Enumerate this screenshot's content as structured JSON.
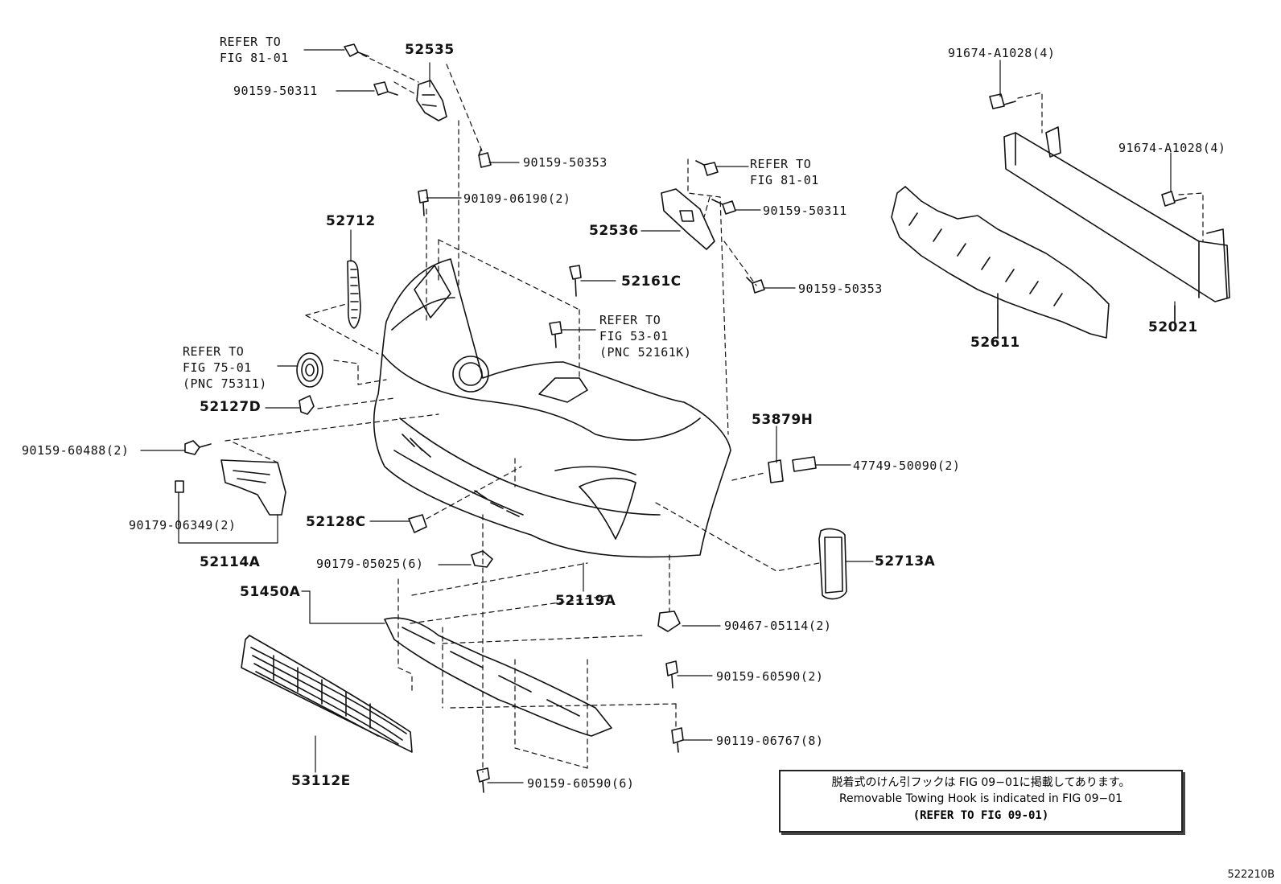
{
  "labels": {
    "p52535": "52535",
    "refer_81_top": "REFER TO\nFIG 81-01",
    "p90159_50311_l": "90159-50311",
    "p90159_50353_l": "90159-50353",
    "p90109_06190": "90109-06190(2)",
    "p52712": "52712",
    "refer_75": "REFER TO\nFIG 75-01\n(PNC 75311)",
    "p52127D": "52127D",
    "p90159_60488": "90159-60488(2)",
    "p90179_06349": "90179-06349(2)",
    "p52114A": "52114A",
    "p52128C": "52128C",
    "p51450A": "51450A",
    "p90179_05025": "90179-05025(6)",
    "p53112E": "53112E",
    "p90159_60590_6": "90159-60590(6)",
    "p52119A": "52119A",
    "p90467_05114": "90467-05114(2)",
    "p90159_60590_2": "90159-60590(2)",
    "p90119_06767": "90119-06767(8)",
    "p52161C": "52161C",
    "refer_53": "REFER TO\nFIG 53-01\n(PNC 52161K)",
    "refer_81_mid": "REFER TO\nFIG 81-01",
    "p90159_50311_r": "90159-50311",
    "p52536": "52536",
    "p90159_50353_r": "90159-50353",
    "p53879H": "53879H",
    "p47749_50090": "47749-50090(2)",
    "p52713A": "52713A",
    "p91674_top": "91674-A1028(4)",
    "p91674_right": "91674-A1028(4)",
    "p52611": "52611",
    "p52021": "52021"
  },
  "note": {
    "jp": "脱着式のけん引フックは FIG  09−01に掲載してあります。",
    "en": "Removable Towing Hook is indicated in FIG  09−01",
    "ref": "(REFER TO FIG 09-01)"
  },
  "figure_id": "522210B"
}
